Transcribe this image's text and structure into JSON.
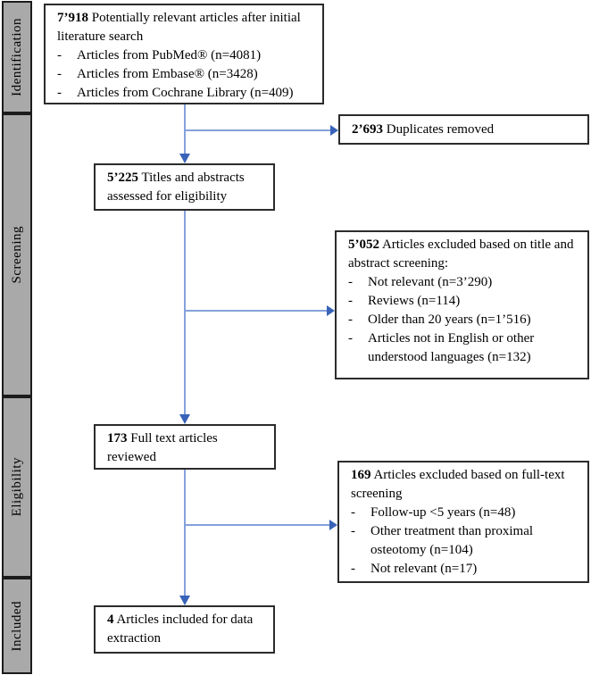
{
  "diagram_title": "PRISMA literature search flow diagram",
  "colors": {
    "arrow_line": "#84a1db",
    "arrow_head": "#3863b8",
    "stage_fill": "#a9a9a9",
    "stage_border": "#1c1c1c",
    "box_border": "#2b2b2b",
    "background": "#ffffff"
  },
  "stages": [
    {
      "label": "Identification"
    },
    {
      "label": "Screening"
    },
    {
      "label": "Eligibility"
    },
    {
      "label": "Included"
    }
  ],
  "boxes": {
    "identified": {
      "number": "7’918",
      "text": "Potentially relevant articles after initial literature search",
      "items": [
        "Articles from PubMed® (n=4081)",
        "Articles from Embase® (n=3428)",
        "Articles from Cochrane Library (n=409)"
      ]
    },
    "duplicates": {
      "number": "2’693",
      "text": "Duplicates removed"
    },
    "screened": {
      "number": "5’225",
      "text": "Titles and abstracts assessed for eligibility"
    },
    "excluded_screening": {
      "number": "5’052",
      "text": "Articles excluded based on title and abstract screening:",
      "items": [
        "Not relevant (n=3’290)",
        "Reviews (n=114)",
        "Older than 20 years (n=1’516)",
        "Articles not in English or other understood languages (n=132)"
      ]
    },
    "fulltext": {
      "number": "173",
      "text": "Full text articles reviewed"
    },
    "excluded_fulltext": {
      "number": "169",
      "text": "Articles excluded based on full-text screening",
      "items": [
        "Follow-up <5 years (n=48)",
        "Other treatment than proximal osteotomy (n=104)",
        "Not relevant (n=17)"
      ]
    },
    "included": {
      "number": "4",
      "text": "Articles included for data extraction"
    }
  }
}
